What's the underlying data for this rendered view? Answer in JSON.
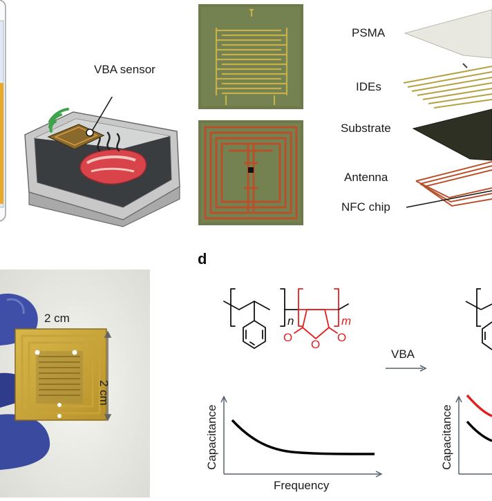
{
  "top_left": {
    "sensor_label": "VBA sensor"
  },
  "layers": {
    "items": [
      {
        "label": "PSMA"
      },
      {
        "label": "IDEs"
      },
      {
        "label": "Substrate"
      },
      {
        "label": "Antenna"
      },
      {
        "label": "NFC chip"
      }
    ]
  },
  "photo": {
    "width_label": "2 cm",
    "height_label": "2 cm"
  },
  "panel_d": {
    "letter": "d",
    "subscript_n": "n",
    "subscript_m": "m",
    "reaction_label": "VBA",
    "ylabel": "Capacitance",
    "xlabel": "Frequency",
    "ylabel_right": "Capacitance"
  },
  "colors": {
    "sensor_gold": "#c9b14a",
    "antenna_copper": "#b8512b",
    "board_green": "#6e7a4a",
    "red_polymer": "#e02020",
    "glove_blue": "#3f4fa8",
    "arrow_gray": "#55606e"
  }
}
